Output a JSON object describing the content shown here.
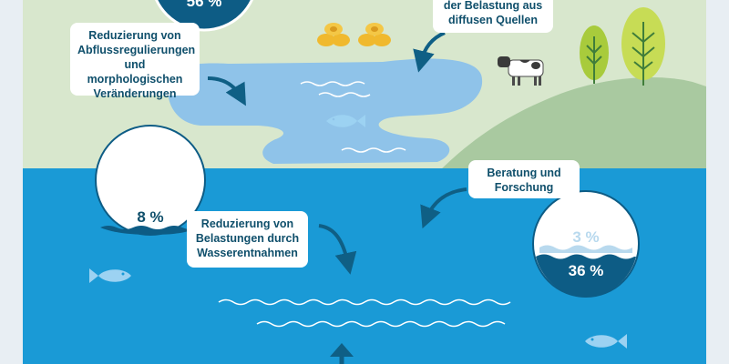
{
  "labels": {
    "top_right": "der Belastung aus\ndiffusen Quellen",
    "top_left": "Reduzierung von\nAbflussregulierungen\nund morphologischen\nVeränderungen",
    "mid_right": "Beratung und\nForschung",
    "mid_center": "Reduzierung von\nBelastungen durch\nWasserentnahmen"
  },
  "gauges": {
    "top": {
      "value": "56 %"
    },
    "left": {
      "value": "8 %"
    },
    "right": {
      "value_light": "3 %",
      "value_dark": "36 %"
    }
  },
  "colors": {
    "background": "#e8eef3",
    "land": "#d8e7cd",
    "hill": "#a9c9a0",
    "river": "#8fc3e9",
    "sea": "#1a9ad6",
    "gauge_water": "#0d5c85",
    "label_text": "#0f4f6b",
    "arrow": "#0f5f85",
    "hay": "#f0b92e",
    "tree": "#a8cb3c",
    "fish": "#9cd2f2"
  },
  "icons": [
    "hay-bale-icon",
    "cow-icon",
    "tree-icon",
    "fish-icon",
    "arrow-icon",
    "wave-icon"
  ]
}
